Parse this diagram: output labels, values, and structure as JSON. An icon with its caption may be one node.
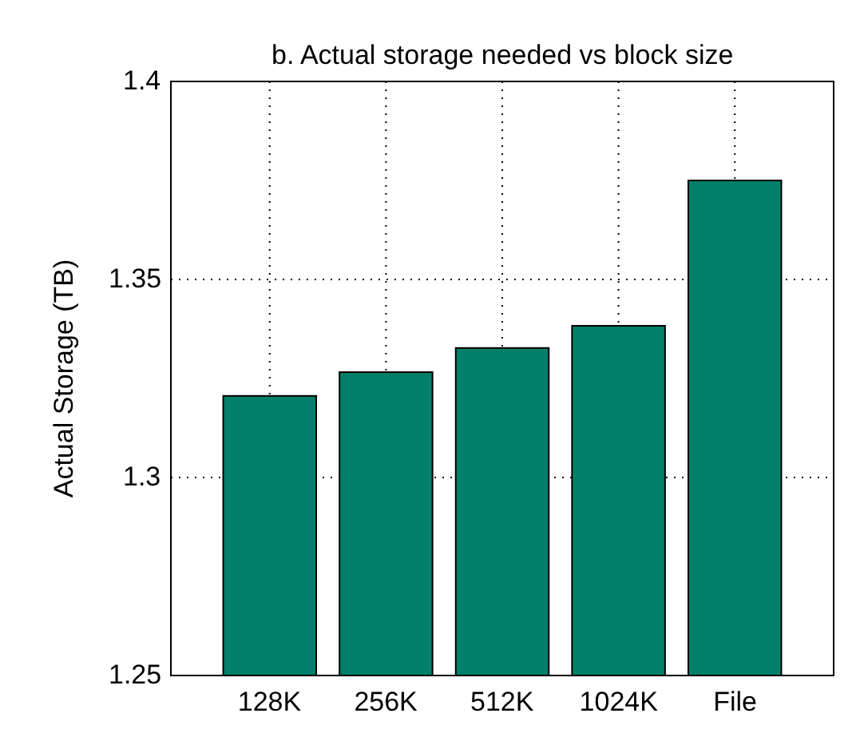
{
  "diagram": {
    "chart_data": {
      "type": "bar",
      "title": "b. Actual storage needed vs block size",
      "ylabel": "Actual Storage (TB)",
      "categories": [
        "128K",
        "256K",
        "512K",
        "1024K",
        "File"
      ],
      "series": [
        {
          "color": "#00806a",
          "values": [
            1.3206,
            1.3266,
            1.3327,
            1.3383,
            1.375
          ]
        }
      ],
      "grid": true,
      "ylim": [
        1.25,
        1.4
      ],
      "yticks": [
        1.25,
        1.3,
        1.35,
        1.4
      ]
    }
  }
}
